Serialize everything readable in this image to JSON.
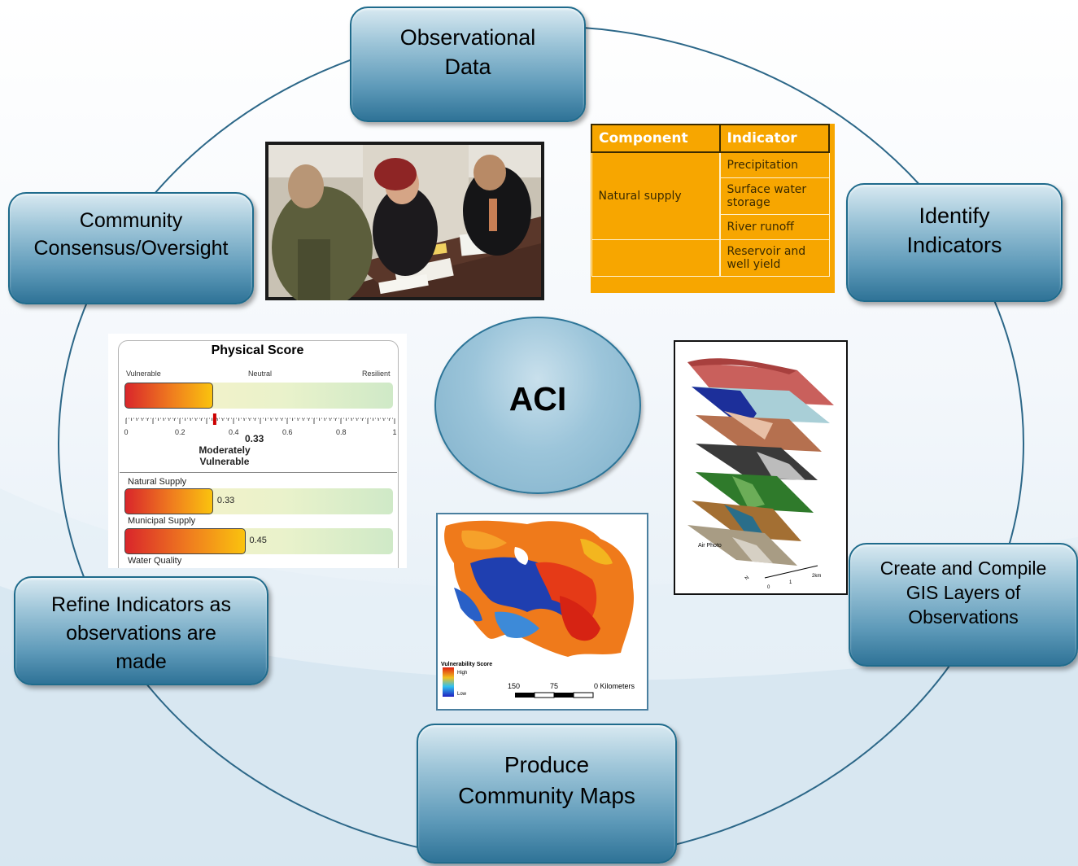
{
  "center": {
    "label": "ACI"
  },
  "nodes": {
    "observational": [
      "Observational",
      "Data"
    ],
    "identify": [
      "Identify",
      "Indicators"
    ],
    "community": [
      "Community",
      "Consensus/Oversight"
    ],
    "gis": [
      "Create and Compile",
      "GIS Layers of",
      "Observations"
    ],
    "refine": [
      "Refine Indicators as",
      "observations are",
      "made"
    ],
    "maps": [
      "Produce",
      "Community Maps"
    ]
  },
  "indicator_table": {
    "headers": [
      "Component",
      "Indicator"
    ],
    "component": "Natural supply",
    "indicators": [
      "Precipitation",
      "Surface water storage",
      "River runoff",
      "Reservoir and well yield"
    ]
  },
  "score_panel": {
    "title": "Physical Score",
    "scale_labels": [
      "Vulnerable",
      "Neutral",
      "Resilient"
    ],
    "ticks": [
      "0",
      "0.2",
      "0.4",
      "0.6",
      "0.8",
      "1"
    ],
    "score": 0.33,
    "score_text": "0.33",
    "category_line1": "Moderately",
    "category_line2": "Vulnerable",
    "items": [
      {
        "label": "Natural Supply",
        "value": 0.33,
        "value_text": "0.33"
      },
      {
        "label": "Municipal Supply",
        "value": 0.45,
        "value_text": "0.45"
      },
      {
        "label": "Water Quality"
      }
    ]
  },
  "layers_image": {
    "label": "Air Photo"
  },
  "map_image": {
    "legend_title": "Vulnerability Score",
    "legend_high": "High",
    "legend_low": "Low",
    "scale": [
      "150",
      "75",
      "0 Kilometers"
    ]
  },
  "colors": {
    "node_border": "#1f6b8c",
    "ring": "#2c6788",
    "table_orange": "#f7a600"
  }
}
